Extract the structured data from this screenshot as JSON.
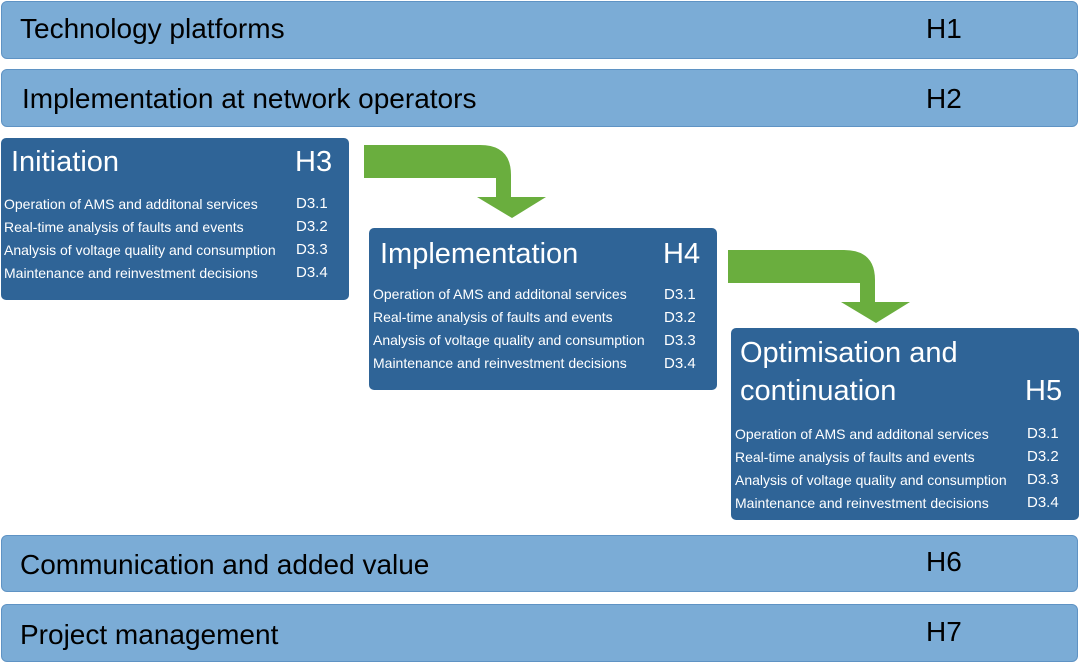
{
  "bars": [
    {
      "label": "Technology platforms",
      "code": "H1"
    },
    {
      "label": "Implementation at network operators",
      "code": "H2"
    },
    {
      "label": "Communication and added value",
      "code": "H6"
    },
    {
      "label": "Project management",
      "code": "H7"
    }
  ],
  "phases": [
    {
      "title": "Initiation",
      "code": "H3",
      "rows": [
        {
          "label": "Operation of AMS and additonal services",
          "code": "D3.1"
        },
        {
          "label": "Real-time analysis of faults and events",
          "code": "D3.2"
        },
        {
          "label": "Analysis of voltage quality and consumption",
          "code": "D3.3"
        },
        {
          "label": "Maintenance and reinvestment decisions",
          "code": "D3.4"
        }
      ]
    },
    {
      "title": "Implementation",
      "code": "H4",
      "rows": [
        {
          "label": "Operation of AMS and additonal services",
          "code": "D3.1"
        },
        {
          "label": "Real-time analysis of faults and events",
          "code": "D3.2"
        },
        {
          "label": "Analysis of voltage quality and consumption",
          "code": "D3.3"
        },
        {
          "label": "Maintenance and reinvestment decisions",
          "code": "D3.4"
        }
      ]
    },
    {
      "title_line1": "Optimisation and",
      "title_line2": "continuation",
      "code": "H5",
      "rows": [
        {
          "label": "Operation of AMS and additonal services",
          "code": "D3.1"
        },
        {
          "label": "Real-time analysis of faults and events",
          "code": "D3.2"
        },
        {
          "label": "Analysis of voltage quality and consumption",
          "code": "D3.3"
        },
        {
          "label": "Maintenance and reinvestment decisions",
          "code": "D3.4"
        }
      ]
    }
  ],
  "colors": {
    "bar": "#7bacd6",
    "phase": "#2f6497",
    "arrow": "#6aae3e"
  },
  "icons": [
    "arrow-right-down-icon",
    "arrow-right-down-icon"
  ]
}
